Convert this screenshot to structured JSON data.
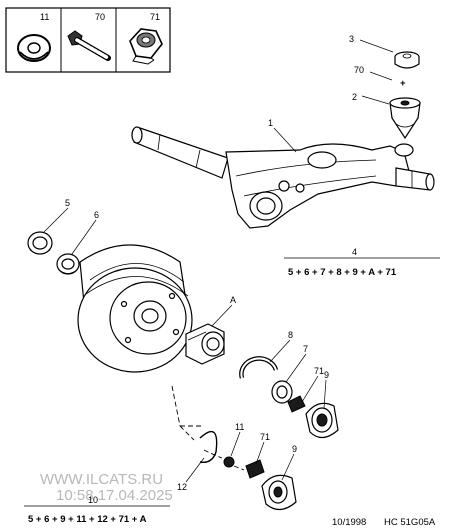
{
  "diagram": {
    "legend_boxes": [
      {
        "ref": "11",
        "icon": "washer-icon"
      },
      {
        "ref": "70",
        "icon": "bolt-icon"
      },
      {
        "ref": "71",
        "icon": "nut-icon"
      }
    ],
    "callouts": {
      "c1": "1",
      "c2": "2",
      "c3": "3",
      "c70": "70",
      "plus": "+",
      "c5": "5",
      "c6": "6",
      "cA": "A",
      "c8": "8",
      "c7": "7",
      "c71a": "71",
      "c9a": "9",
      "c11": "11",
      "c71b": "71",
      "c9b": "9",
      "c12": "12"
    },
    "kit_4": {
      "ref": "4",
      "formula": "5 + 6 + 7 + 8 + 9 + A + 71"
    },
    "kit_10": {
      "ref": "10",
      "formula": "5 + 6 + 9 + 11 + 12 + 71 + A"
    },
    "footer": {
      "date": "10/1998",
      "code": "HC 51G05A"
    },
    "watermark": {
      "site": "WWW.ILCATS.RU",
      "stamp": "10:58 17.04.2025"
    }
  }
}
